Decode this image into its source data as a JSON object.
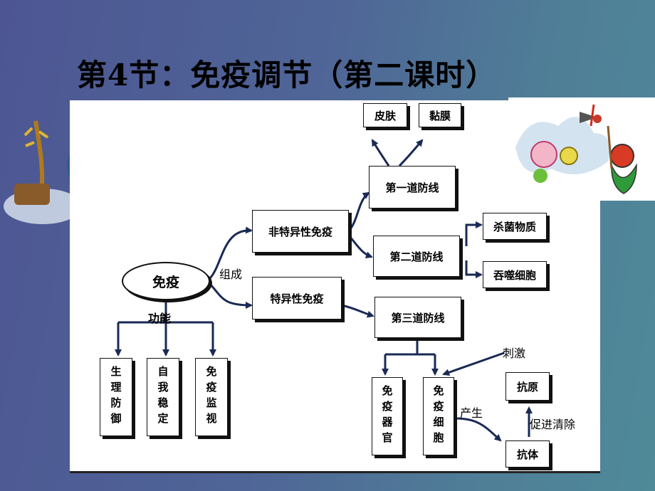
{
  "title": "第4节：免疫调节（第二课时）",
  "diagram": {
    "root": "免疫",
    "edge_compose": "组成",
    "edge_function": "功能",
    "nonspecific": "非特异性免疫",
    "specific": "特异性免疫",
    "line1": "第一道防线",
    "line2": "第二道防线",
    "line3": "第三道防线",
    "skin": "皮肤",
    "mucosa": "黏膜",
    "bactericide": "杀菌物质",
    "phagocyte": "吞噬细胞",
    "func1": "生理防御",
    "func2": "自我稳定",
    "func3": "免疫监视",
    "organ": "免疫器官",
    "cell": "免疫细胞",
    "antigen": "抗原",
    "antibody": "抗体",
    "edge_stimulate": "刺激",
    "edge_produce": "产生",
    "edge_clear": "促进清除"
  }
}
